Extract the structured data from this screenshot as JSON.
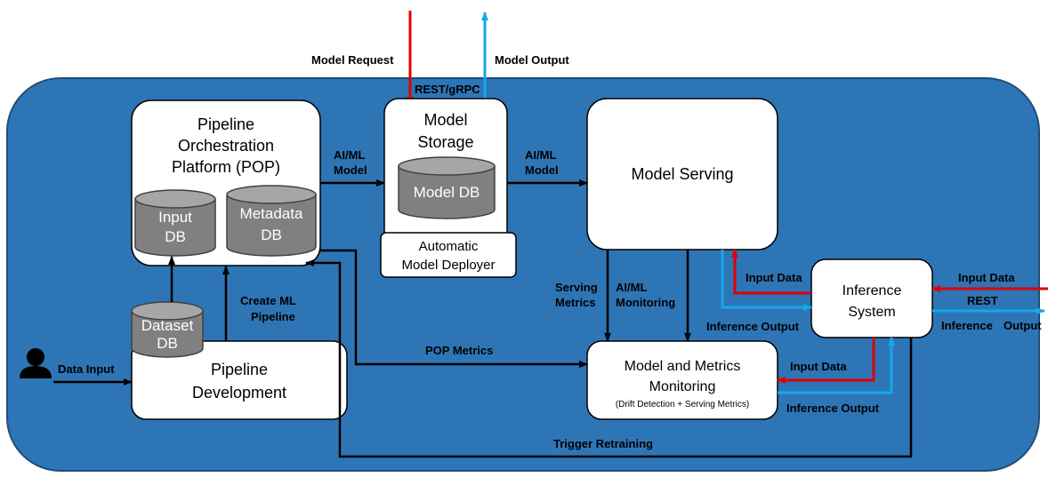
{
  "top": {
    "model_request": "Model Request",
    "model_output": "Model Output",
    "rest_grpc": "REST/gRPC"
  },
  "pop": {
    "title_l1": "Pipeline",
    "title_l2": "Orchestration",
    "title_l3": "Platform (POP)",
    "input_db_l1": "Input",
    "input_db_l2": "DB",
    "metadata_db_l1": "Metadata",
    "metadata_db_l2": "DB"
  },
  "storage": {
    "title_l1": "Model",
    "title_l2": "Storage",
    "db": "Model DB",
    "deployer_l1": "Automatic",
    "deployer_l2": "Model Deployer"
  },
  "serving": {
    "title": "Model Serving"
  },
  "dev": {
    "title_l1": "Pipeline",
    "title_l2": "Development",
    "dataset_db_l1": "Dataset",
    "dataset_db_l2": "DB",
    "data_input": "Data Input",
    "create_l1": "Create ML",
    "create_l2": "Pipeline"
  },
  "monitoring": {
    "title_l1": "Model and Metrics",
    "title_l2": "Monitoring",
    "subtitle": "(Drift Detection + Serving Metrics)"
  },
  "inference": {
    "title_l1": "Inference",
    "title_l2": "System"
  },
  "edges": {
    "aiml_model_1a": "AI/ML",
    "aiml_model_1b": "Model",
    "aiml_model_2a": "AI/ML",
    "aiml_model_2b": "Model",
    "serving_metrics_a": "Serving",
    "serving_metrics_b": "Metrics",
    "aiml_monitoring_a": "AI/ML",
    "aiml_monitoring_b": "Monitoring",
    "input_data_serving": "Input Data",
    "inference_output_serving": "Inference Output",
    "input_data_ext": "Input Data",
    "rest": "REST",
    "inference_output_ext_a": "Inference",
    "inference_output_ext_b": "Output",
    "pop_metrics": "POP Metrics",
    "input_data_mon": "Input Data",
    "inference_output_mon": "Inference Output",
    "trigger_retraining": "Trigger Retraining"
  },
  "colors": {
    "background": "#2e75b6",
    "red": "#e00000",
    "blue": "#14a8e8",
    "db_fill": "#808080",
    "db_top": "#a6a6a6"
  }
}
